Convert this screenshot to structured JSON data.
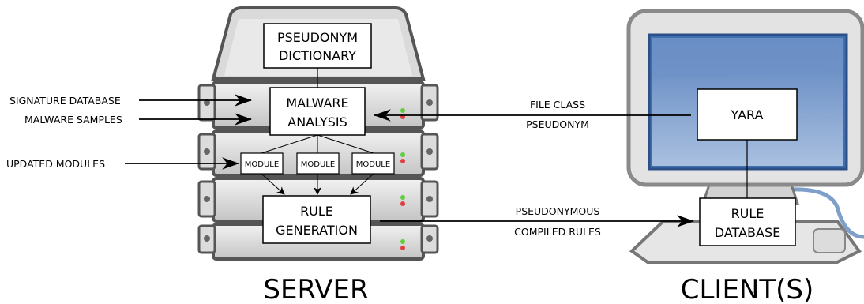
{
  "left_inputs": {
    "signature_database": "SIGNATURE DATABASE",
    "malware_samples": "MALWARE SAMPLES",
    "updated_modules": "UPDATED MODULES"
  },
  "server": {
    "pseudonym_dictionary": [
      "PSEUDONYM",
      "DICTIONARY"
    ],
    "malware_analysis": [
      "MALWARE",
      "ANALYSIS"
    ],
    "modules": [
      "MODULE",
      "MODULE",
      "MODULE"
    ],
    "rule_generation": [
      "RULE",
      "GENERATION"
    ],
    "caption": "SERVER"
  },
  "links": {
    "file_class": "FILE CLASS",
    "pseudonym": "PSEUDONYM",
    "pseudonymous": "PSEUDONYMOUS",
    "compiled_rules": "COMPILED RULES"
  },
  "client": {
    "yara": "YARA",
    "rule_database": [
      "RULE",
      "DATABASE"
    ],
    "caption": "CLIENT(S)"
  },
  "colors": {
    "rack_gray": "#c8c8c8",
    "rack_dark": "#555555",
    "screen_blue": "#3f6fb0",
    "screen_light": "#9fb9dc",
    "led_green": "#5fcf3f",
    "led_red": "#e04040"
  }
}
